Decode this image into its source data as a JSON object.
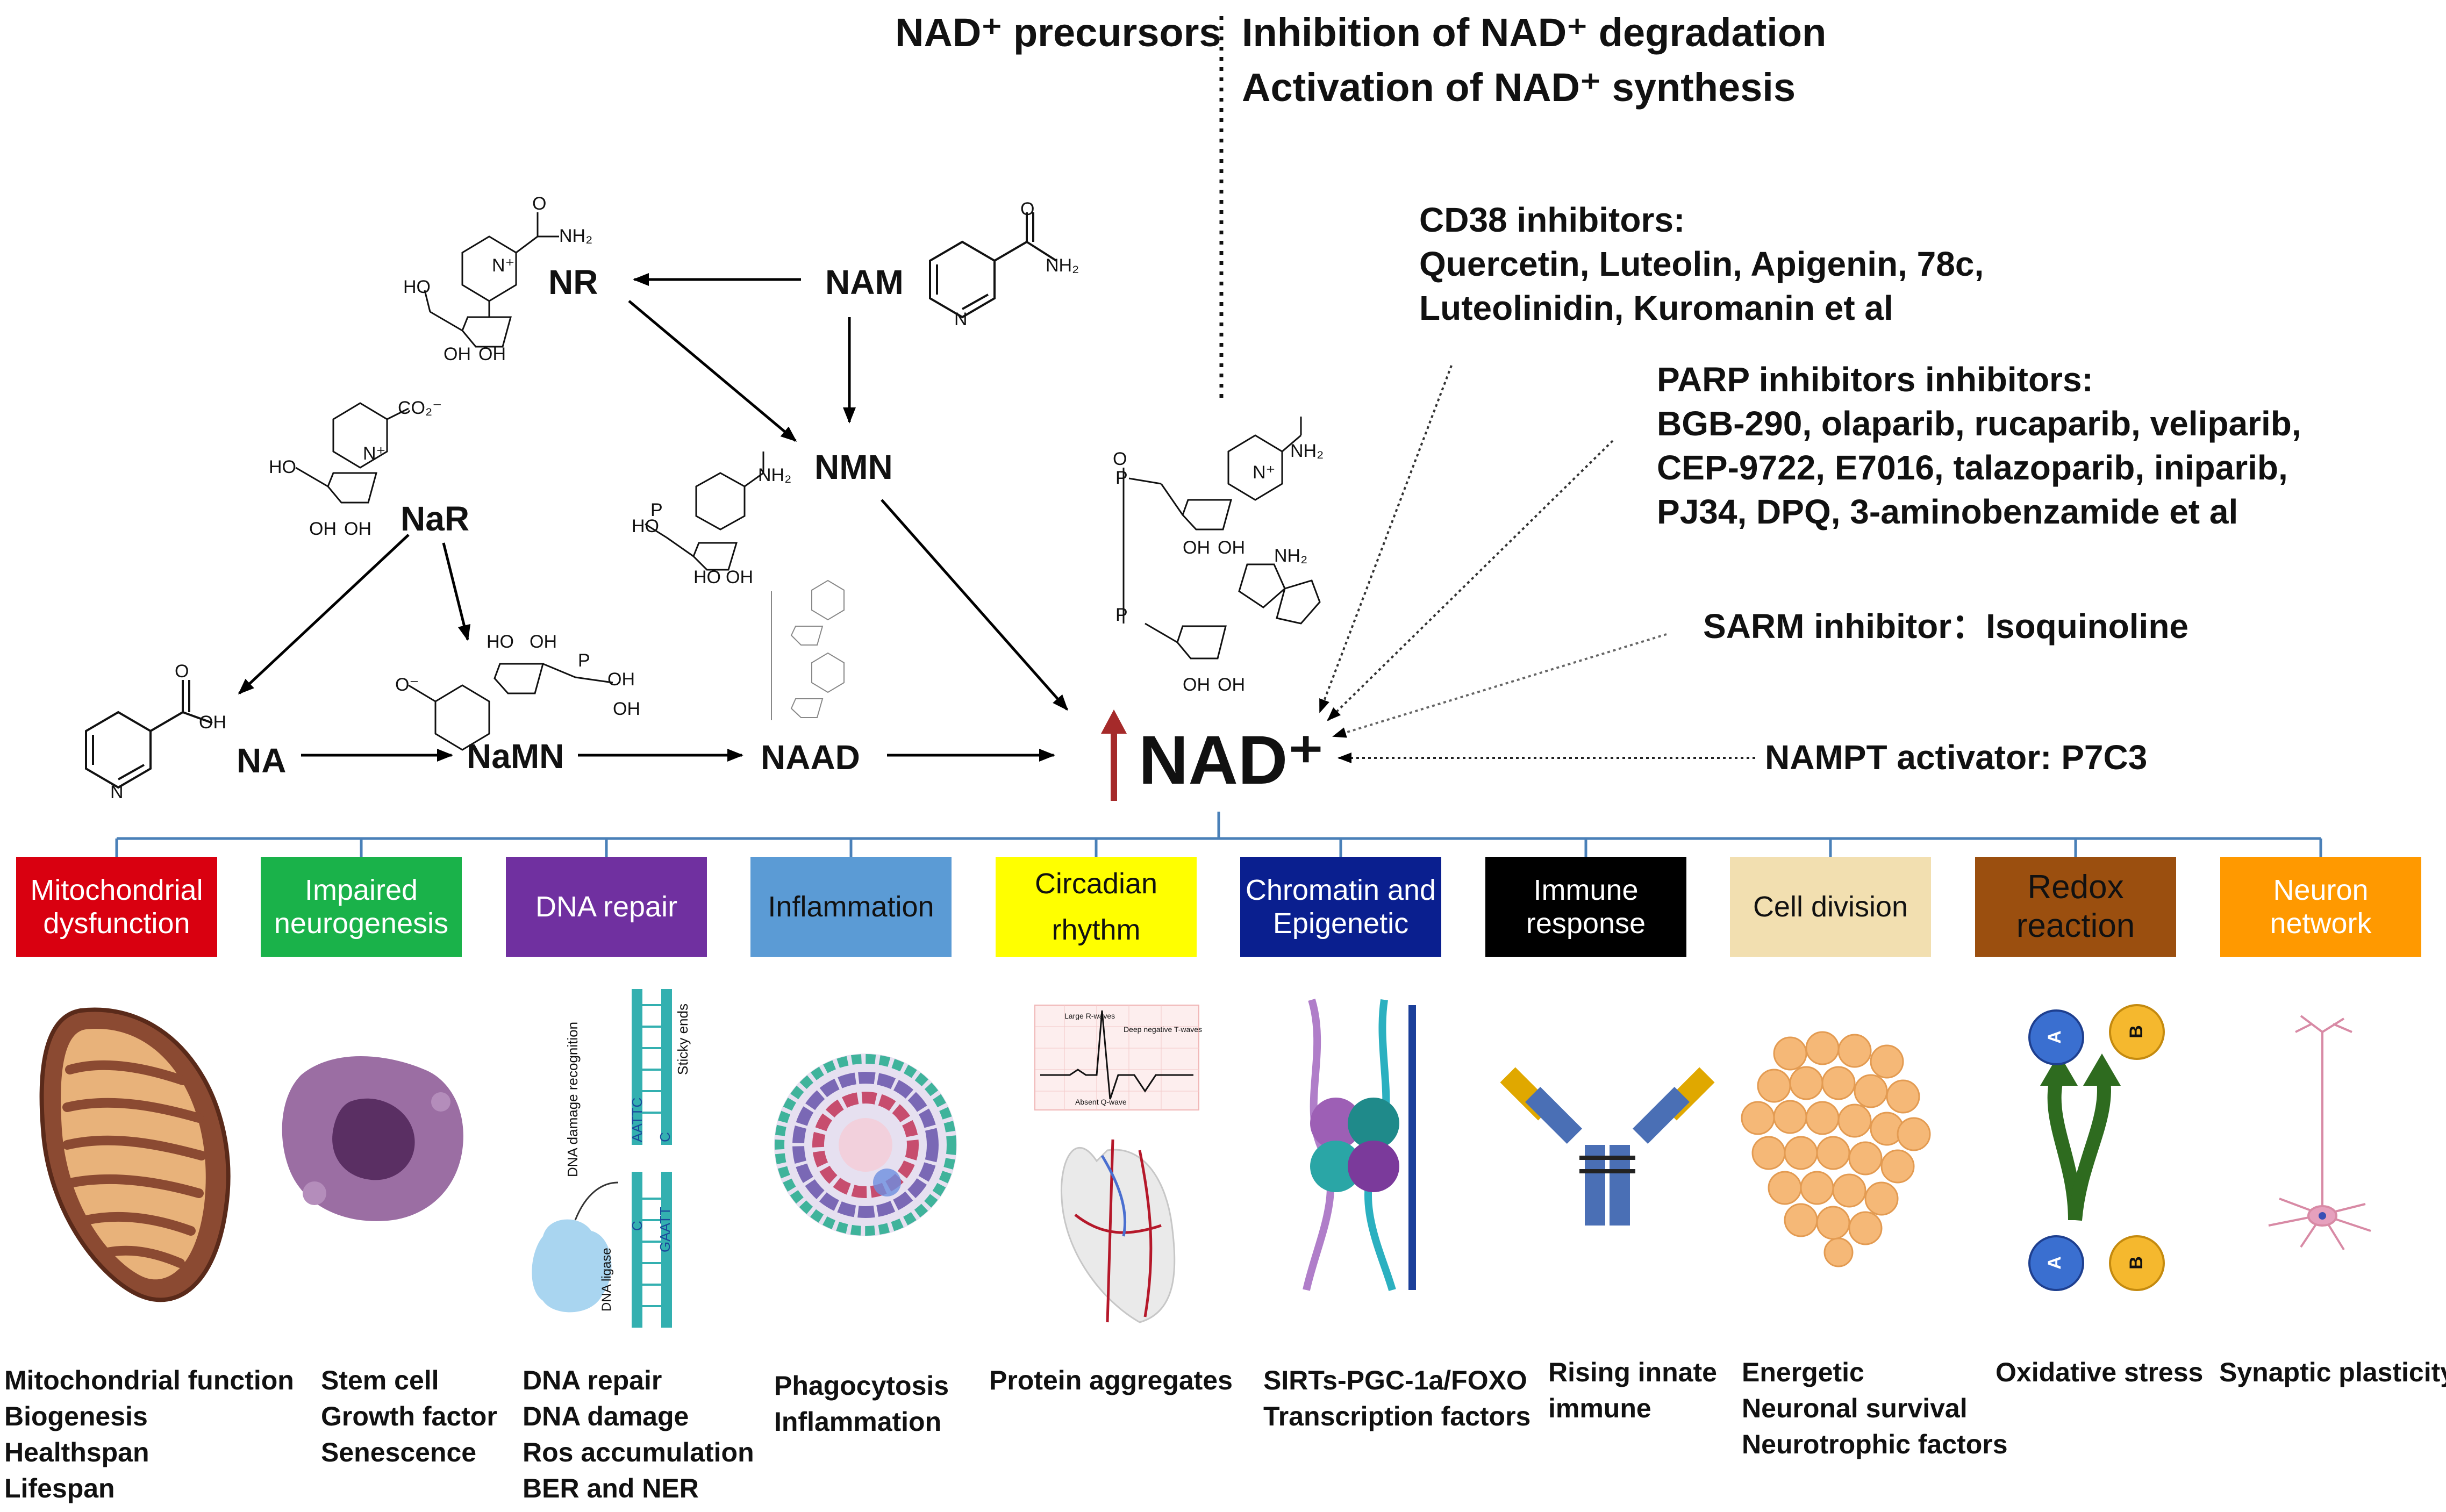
{
  "header": {
    "left": "NAD⁺ precursors",
    "right_line1": "Inhibition of NAD⁺ degradation",
    "right_line2": "Activation of NAD⁺ synthesis"
  },
  "molecules": {
    "NR": "NR",
    "NAM": "NAM",
    "NMN": "NMN",
    "NaR": "NaR",
    "NA": "NA",
    "NaMN": "NaMN",
    "NAAD": "NAAD",
    "NAD": "NAD⁺"
  },
  "atoms": {
    "HO": "HO",
    "OH": "OH",
    "NH2": "NH₂",
    "O": "O",
    "N": "N",
    "Nplus": "N⁺",
    "CO2": "CO₂⁻",
    "P": "P",
    "NH2_trunc": "NH₂"
  },
  "inhibitors": {
    "cd38_title": "CD38 inhibitors:",
    "cd38_lines": [
      "Quercetin, Luteolin, Apigenin, 78c,",
      "Luteolinidin, Kuromanin et al"
    ],
    "parp_title": "PARP  inhibitors inhibitors:",
    "parp_lines": [
      "BGB-290, olaparib, rucaparib, veliparib,",
      "CEP-9722, E7016, talazoparib, iniparib,",
      "PJ34, DPQ, 3-aminobenzamide et al"
    ],
    "sarm": "SARM inhibitor",
    "sarm_value": "：Isoquinoline",
    "nampt": "NAMPT activator: P7C3"
  },
  "categories": [
    {
      "lines": [
        "Mitochondrial",
        "dysfunction"
      ],
      "bg": "#d90010",
      "fg": "#ffffff"
    },
    {
      "lines": [
        "Impaired",
        "neurogenesis"
      ],
      "bg": "#1ab24a",
      "fg": "#ffffff"
    },
    {
      "lines": [
        "DNA repair"
      ],
      "bg": "#7030a0",
      "fg": "#ffffff"
    },
    {
      "lines": [
        "Inflammation"
      ],
      "bg": "#5b9bd5",
      "fg": "#111111"
    },
    {
      "lines": [
        "Circadian",
        "rhythm"
      ],
      "bg": "#ffff00",
      "fg": "#111111"
    },
    {
      "lines": [
        "Chromatin and",
        "Epigenetic"
      ],
      "bg": "#0a1f8f",
      "fg": "#ffffff"
    },
    {
      "lines": [
        "Immune",
        "response"
      ],
      "bg": "#000000",
      "fg": "#ffffff"
    },
    {
      "lines": [
        "Cell division"
      ],
      "bg": "#f2dfb0",
      "fg": "#111111"
    },
    {
      "lines": [
        "Redox",
        "reaction"
      ],
      "bg": "#9b4f0f",
      "fg": "#111111"
    },
    {
      "lines": [
        "Neuron",
        "network"
      ],
      "bg": "#ff9900",
      "fg": "#ffffff"
    }
  ],
  "effects": [
    [
      "Mitochondrial function",
      "Biogenesis",
      "Healthspan",
      "Lifespan"
    ],
    [
      "Stem cell",
      "Growth factor",
      "Senescence"
    ],
    [
      "DNA repair",
      "DNA damage",
      "Ros accumulation",
      "BER and NER"
    ],
    [
      "Phagocytosis",
      "Inflammation"
    ],
    [
      "Protein aggregates"
    ],
    [
      "SIRTs-PGC-1a/FOXO",
      "Transcription factors"
    ],
    [
      "Rising innate",
      "immune"
    ],
    [
      "Energetic",
      "Neuronal survival",
      "Neurotrophic factors"
    ],
    [
      "Oxidative stress"
    ],
    [
      "Synaptic plasticity"
    ]
  ],
  "illustration_labels": {
    "dna_damage": "DNA damage recognition",
    "sticky": "Sticky ends",
    "ligase": "DNA ligase",
    "seq_top": "AATTC",
    "seq_bottom": "GAATT",
    "seq_c": "C",
    "ecg_a": "Large R-waves",
    "ecg_b": "Deep negative T-waves",
    "ecg_c": "Absent Q-wave",
    "redox_a": "A",
    "redox_b": "B"
  },
  "colors": {
    "tree": "#4a80b8",
    "arrow": "#000000",
    "up_arrow": "#a52a2a",
    "mito": "#8b5a3c",
    "mito_inner": "#e8b27a"
  }
}
